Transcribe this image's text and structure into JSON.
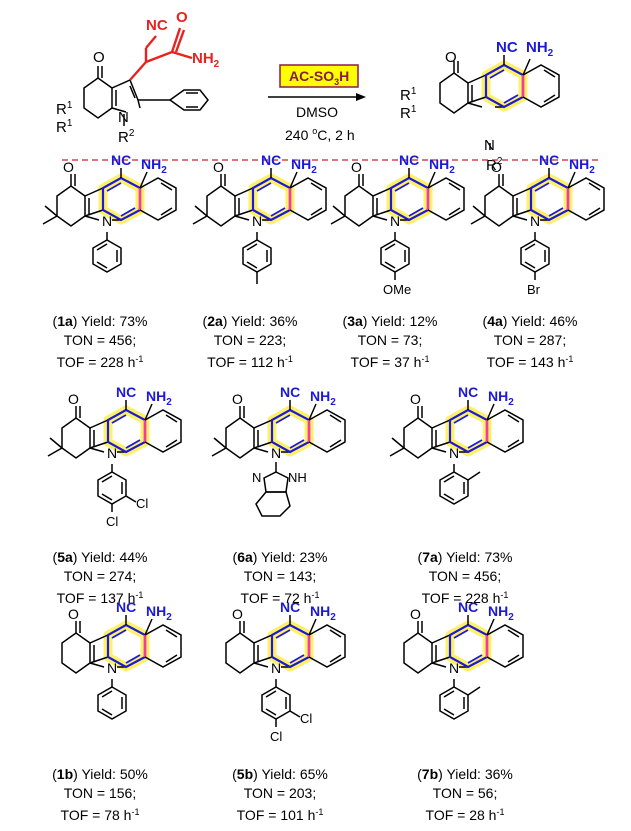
{
  "scheme": {
    "reactant": {
      "cyanide": "NC",
      "carbonyl_o": "O",
      "amide": "NH",
      "amide_sub": "2",
      "ketone_o": "O",
      "n": "N",
      "r1a": "R",
      "r1a_sup": "1",
      "r1b": "R",
      "r1b_sup": "1",
      "r2": "R",
      "r2_sup": "2"
    },
    "catalyst": "AC-SO",
    "catalyst_sub": "3",
    "catalyst_tail": "H",
    "solvent": "DMSO",
    "condition_pre": "240 ",
    "condition_deg": "o",
    "condition_post": "C, 2 h",
    "product": {
      "ketone_o": "O",
      "cyanide": "NC",
      "amine": "NH",
      "amine_sub": "2",
      "n": "N",
      "r1a": "R",
      "r1a_sup": "1",
      "r1b": "R",
      "r1b_sup": "1",
      "r2": "R",
      "r2_sup": "2"
    }
  },
  "labels": {
    "o": "O",
    "nc": "NC",
    "nh": "NH",
    "nh_sub": "2",
    "n": "N",
    "ome": "OMe",
    "br": "Br",
    "cl": "Cl",
    "bim_nh": "NH",
    "bim_n": "N",
    "yield_word": " Yield: ",
    "ton_word": "TON = ",
    "tof_word": "TOF = ",
    "tof_unit": " h",
    "tof_exp": "-1"
  },
  "compounds": [
    {
      "id": "1a",
      "yield": "73%",
      "ton": "456;",
      "tof": "228"
    },
    {
      "id": "2a",
      "yield": "36%",
      "ton": "223;",
      "tof": "112"
    },
    {
      "id": "3a",
      "yield": "12%",
      "ton": "73;",
      "tof": "37"
    },
    {
      "id": "4a",
      "yield": "46%",
      "ton": "287;",
      "tof": "143"
    },
    {
      "id": "5a",
      "yield": "44%",
      "ton": "274;",
      "tof": "137"
    },
    {
      "id": "6a",
      "yield": "23%",
      "ton": "143;",
      "tof": "72"
    },
    {
      "id": "7a",
      "yield": "73%",
      "ton": "456;",
      "tof": "228"
    },
    {
      "id": "1b",
      "yield": "50%",
      "ton": "156;",
      "tof": "78"
    },
    {
      "id": "5b",
      "yield": "65%",
      "ton": "203;",
      "tof": "101"
    },
    {
      "id": "7b",
      "yield": "36%",
      "ton": "56;",
      "tof": "28"
    }
  ],
  "colors": {
    "reactant_highlight": "#e8231f",
    "product_label": "#1a1ad8",
    "bond_blue": "#1a1ad8",
    "highlight_yellow": "#fff06a",
    "highlight_pink": "#f23aa0",
    "catalyst_box": "#ffff00",
    "catalyst_text": "#8b1a4a",
    "separator": "#c0272d"
  }
}
